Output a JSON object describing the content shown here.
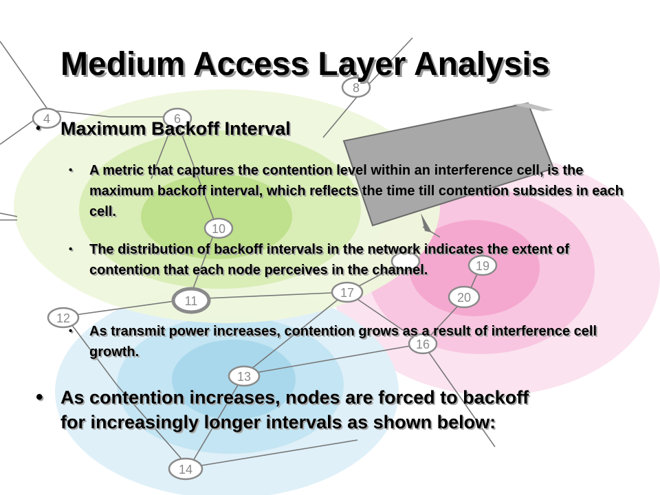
{
  "slide": {
    "title": "Medium Access Layer Analysis",
    "heading_bullet": {
      "marker": "•",
      "text": "Maximum Backoff Interval"
    },
    "sub_bullets": [
      {
        "marker": "•",
        "text": "A metric that captures the contention level within an interference cell, is the maximum backoff interval, which reflects the time till contention subsides in each cell."
      },
      {
        "marker": "•",
        "text": "The distribution of backoff intervals in the network indicates the extent of contention that each node perceives in the channel."
      },
      {
        "marker": "•",
        "text": "As transmit power increases, contention grows as a result of interference cell growth."
      }
    ],
    "final_bullet": {
      "marker": "•",
      "line1": "As contention increases, nodes are forced to backoff",
      "line2": "for increasingly longer intervals as shown below:"
    }
  },
  "diagram": {
    "node_labels": [
      "4",
      "6",
      "8",
      "10",
      "11",
      "12",
      "13",
      "14",
      "16",
      "17",
      "19",
      "20"
    ],
    "colors": {
      "green_cell": "#bfe08c",
      "pink_cell": "#f5a8cf",
      "blue_cell": "#a9d8ec",
      "arrow_gray": "#9a9a9a",
      "node_stroke": "#8a8a8a"
    }
  }
}
